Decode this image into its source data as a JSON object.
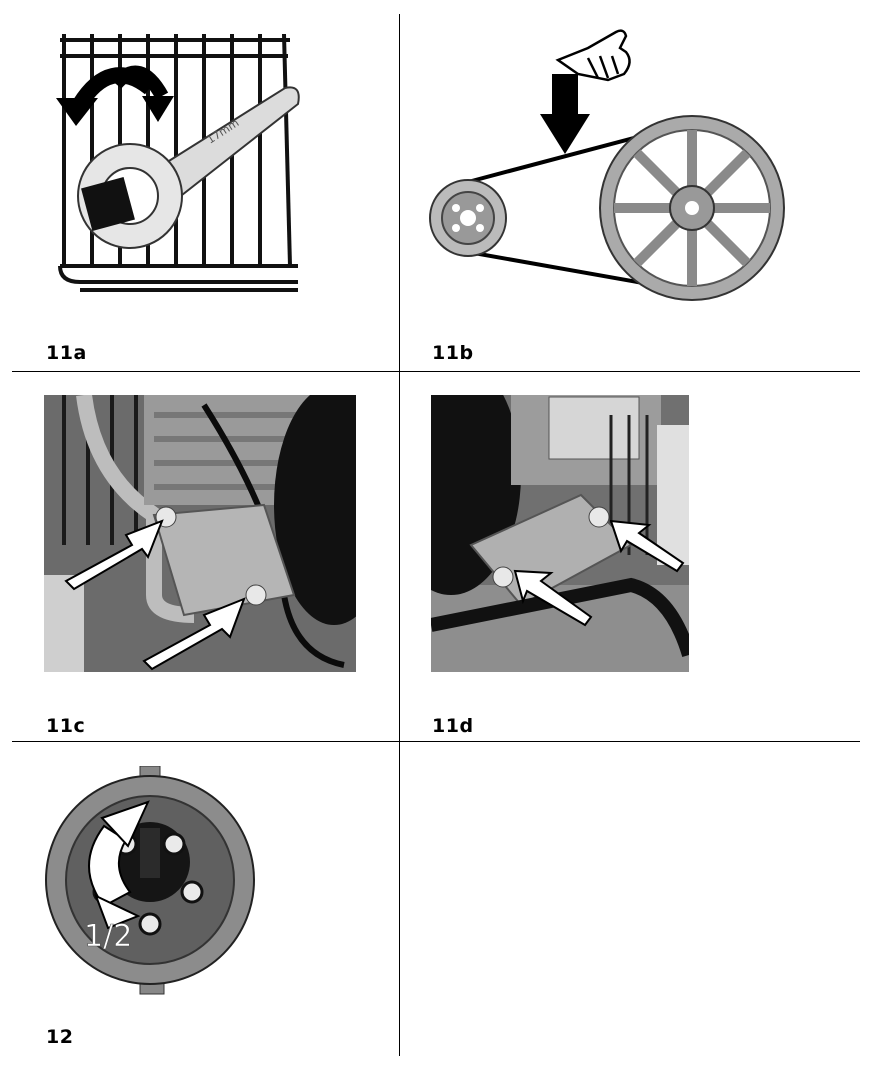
{
  "figures": {
    "f11a": {
      "label": "11a",
      "wrench_text": "17mm"
    },
    "f11b": {
      "label": "11b"
    },
    "f11c": {
      "label": "11c"
    },
    "f11d": {
      "label": "11d"
    },
    "f12": {
      "label": "12",
      "fraction_text": "1/2"
    }
  }
}
